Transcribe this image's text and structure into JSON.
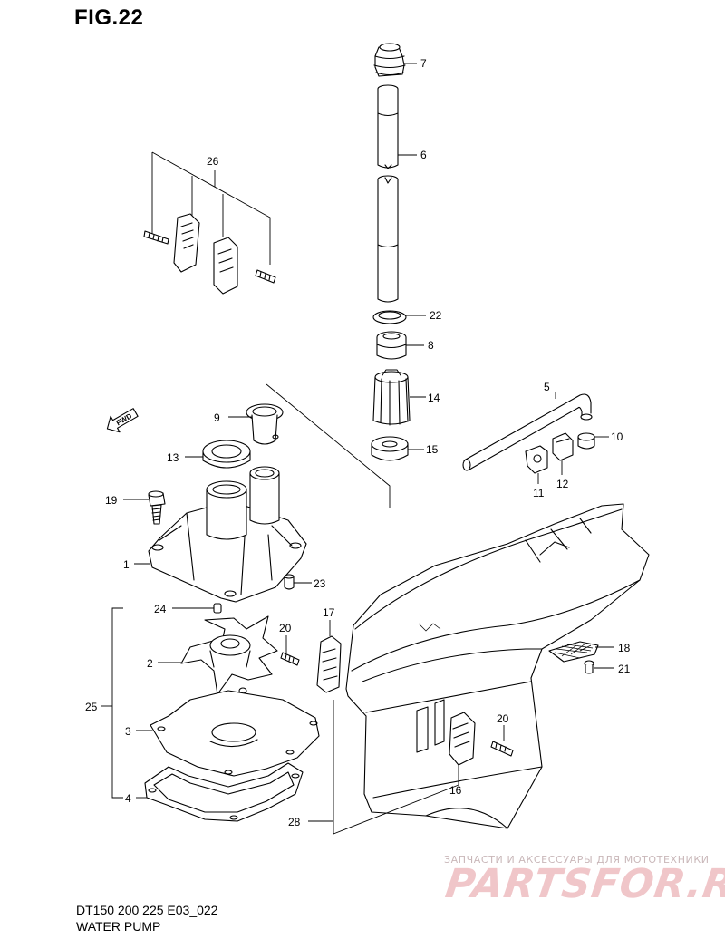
{
  "figure": {
    "title": "FIG.22",
    "model": "DT150 200 225 E03_022",
    "name": "WATER PUMP"
  },
  "fwd_badge": "FWD",
  "watermark": {
    "tagline": "ЗАПЧАСТИ И АКСЕССУАРЫ ДЛЯ МОТОТЕХНИКИ",
    "logo": "PARTSFOR.RU"
  },
  "callouts": {
    "c1": "1",
    "c2": "2",
    "c3": "3",
    "c4": "4",
    "c5": "5",
    "c6": "6",
    "c7": "7",
    "c8": "8",
    "c9": "9",
    "c10": "10",
    "c11": "11",
    "c12": "12",
    "c13": "13",
    "c14": "14",
    "c15": "15",
    "c16": "16",
    "c17": "17",
    "c18": "18",
    "c19": "19",
    "c20a": "20",
    "c20b": "20",
    "c21": "21",
    "c22": "22",
    "c23": "23",
    "c24": "24",
    "c25": "25",
    "c26": "26",
    "c28": "28"
  },
  "colors": {
    "line": "#000000",
    "background": "#ffffff",
    "watermark": "#f0c6c9"
  }
}
